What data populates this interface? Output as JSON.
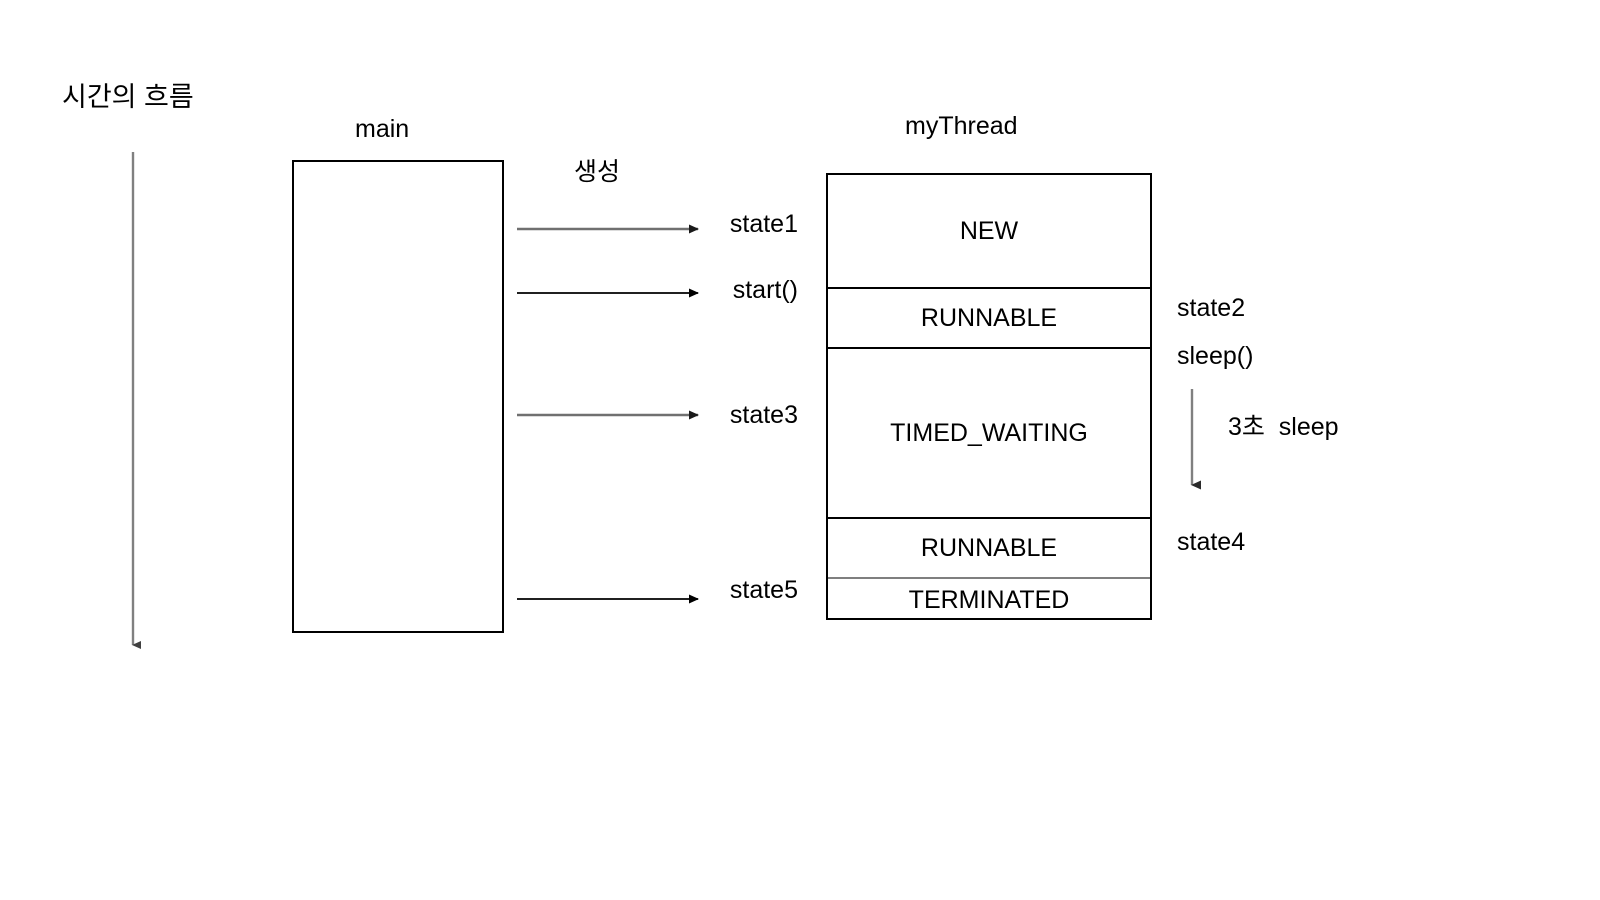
{
  "diagram": {
    "title_time_axis": "시간의 흐름",
    "colors": {
      "stroke": "#000000",
      "gray_stroke": "#7f7f7f",
      "background": "#ffffff"
    }
  },
  "lanes": {
    "main": {
      "title": "main",
      "box_label": ""
    },
    "thread": {
      "title": "myThread",
      "segments": [
        {
          "label": "NEW"
        },
        {
          "label": "RUNNABLE"
        },
        {
          "label": "TIMED_WAITING"
        },
        {
          "label": "RUNNABLE"
        },
        {
          "label": "TERMINATED"
        }
      ]
    }
  },
  "messages": [
    {
      "caption": "생성",
      "target_label": "state1"
    },
    {
      "caption": "",
      "target_label": "start()"
    },
    {
      "caption": "",
      "target_label": "state3"
    },
    {
      "caption": "",
      "target_label": "state5"
    }
  ],
  "annotations": {
    "state2": "state2",
    "sleep_call": "sleep()",
    "sleep_duration": "3초  sleep",
    "state4": "state4"
  }
}
